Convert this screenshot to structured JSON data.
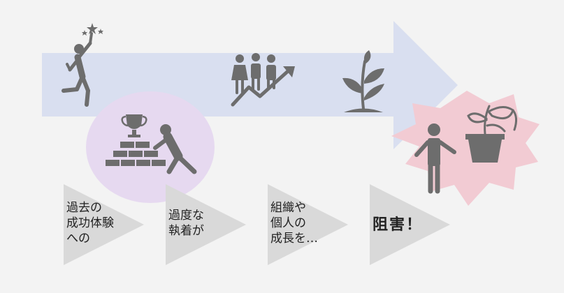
{
  "steps": [
    {
      "label": "過去の\n成功体験\nへの"
    },
    {
      "label": "過度な\n執着が"
    },
    {
      "label": "組織や\n個人の\n成長を…"
    },
    {
      "label": "阻害！"
    }
  ],
  "icons": {
    "jumping_person": "jumping-person-icon",
    "trophy_worker": "trophy-gold-bars-worker-icon",
    "team_growth": "team-growth-icon",
    "sprout": "sprout-icon",
    "confused_person": "confused-person-icon",
    "wilted_plant": "wilted-plant-icon"
  },
  "colors": {
    "arrow": "#d9dff0",
    "circle": "#e6d9f0",
    "burst": "#f2cbd3",
    "icon": "#6d6d6d",
    "chevron": "#d9d9d9",
    "background": "#f3f3f3"
  }
}
